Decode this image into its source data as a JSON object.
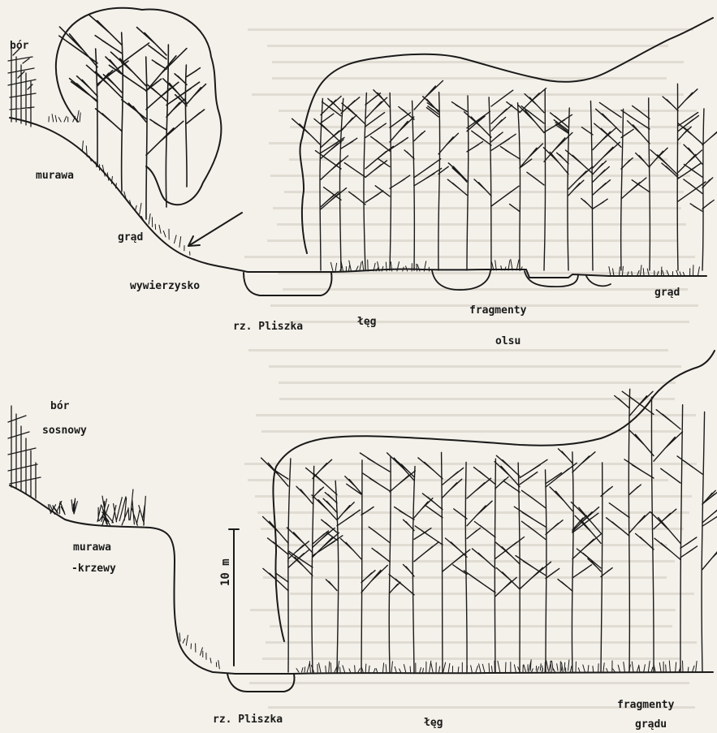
{
  "top_profile": {
    "labels": {
      "bor": "bór",
      "murawa": "murawa",
      "grad_left": "grąd",
      "wywierzysko": "wywierzysko",
      "river": "rz. Pliszka",
      "leg": "łęg",
      "fragmenty": "fragmenty",
      "olsu": "olsu",
      "grad_right": "grąd"
    }
  },
  "bottom_profile": {
    "labels": {
      "bor": "bór",
      "sosnowy": "sosnowy",
      "murawa": "murawa",
      "krzewy": "-krzewy",
      "river": "rz. Pliszka",
      "leg": "łęg",
      "fragmenty": "fragmenty",
      "gradu": "grądu"
    },
    "scale_label": "10 m"
  },
  "colors": {
    "ink": "#1a1a1a",
    "paper": "#f4f1ea",
    "ghost_text": "#cfcac0"
  }
}
